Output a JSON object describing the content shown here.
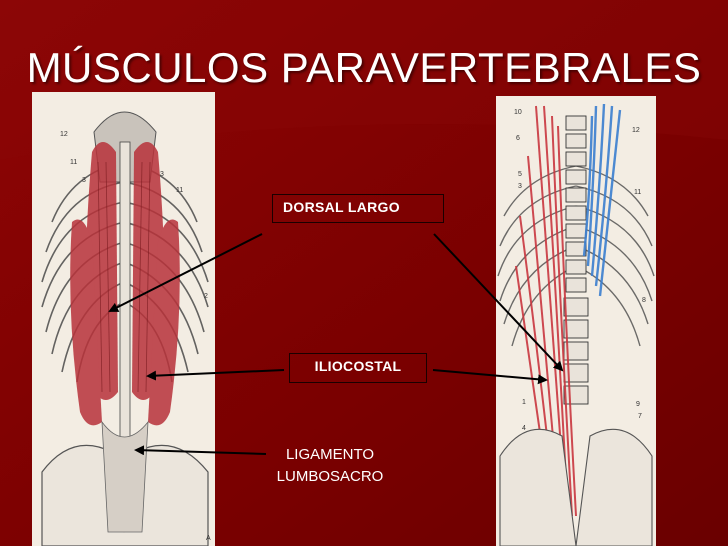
{
  "slide": {
    "title": "MÚSCULOS PARAVERTEBRALES"
  },
  "labels": {
    "dorsal_largo": "DORSAL LARGO",
    "iliocostal": "ILIOCOSTAL",
    "ligamento_line1": "LIGAMENTO",
    "ligamento_line2": "LUMBOSACRO"
  },
  "left_figure": {
    "numbers": [
      "12",
      "11",
      "3",
      "11",
      "3",
      "2",
      "A"
    ]
  },
  "right_figure": {
    "numbers": [
      "10",
      "6",
      "5",
      "3",
      "12",
      "11",
      "8",
      "1",
      "9",
      "7",
      "4"
    ]
  },
  "colors": {
    "background": "#7a0000",
    "muscle_red": "#b8323a",
    "nerve_blue": "#3b7fd0",
    "paper": "#f3ede3"
  }
}
